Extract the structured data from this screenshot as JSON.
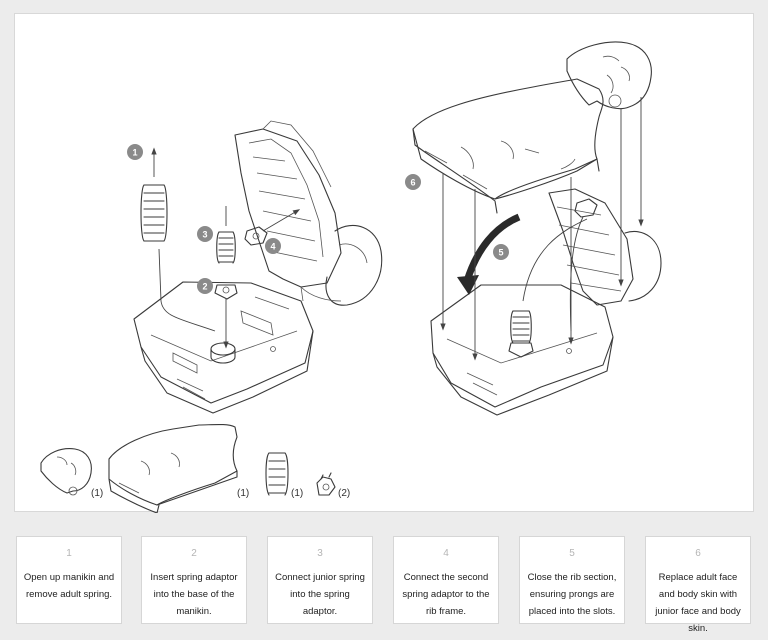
{
  "callouts": {
    "c1": "1",
    "c2": "2",
    "c3": "3",
    "c4": "4",
    "c5": "5",
    "c6": "6"
  },
  "parts": {
    "face_qty": "(1)",
    "skin_qty": "(1)",
    "spring_qty": "(1)",
    "adaptor_qty": "(2)"
  },
  "colors": {
    "badge": "#8a8a8a",
    "line": "#3a3a3a",
    "panel": "#ffffff",
    "background": "#ececec"
  },
  "steps": [
    {
      "number": "1",
      "text": "Open up manikin and remove adult spring."
    },
    {
      "number": "2",
      "text": "Insert spring adaptor into the base of the manikin."
    },
    {
      "number": "3",
      "text": "Connect junior spring into the spring adaptor."
    },
    {
      "number": "4",
      "text": "Connect the second spring adaptor to the rib frame."
    },
    {
      "number": "5",
      "text": "Close the rib section, ensuring prongs are placed into the slots."
    },
    {
      "number": "6",
      "text": "Replace adult face and body skin with junior face and body skin."
    }
  ]
}
